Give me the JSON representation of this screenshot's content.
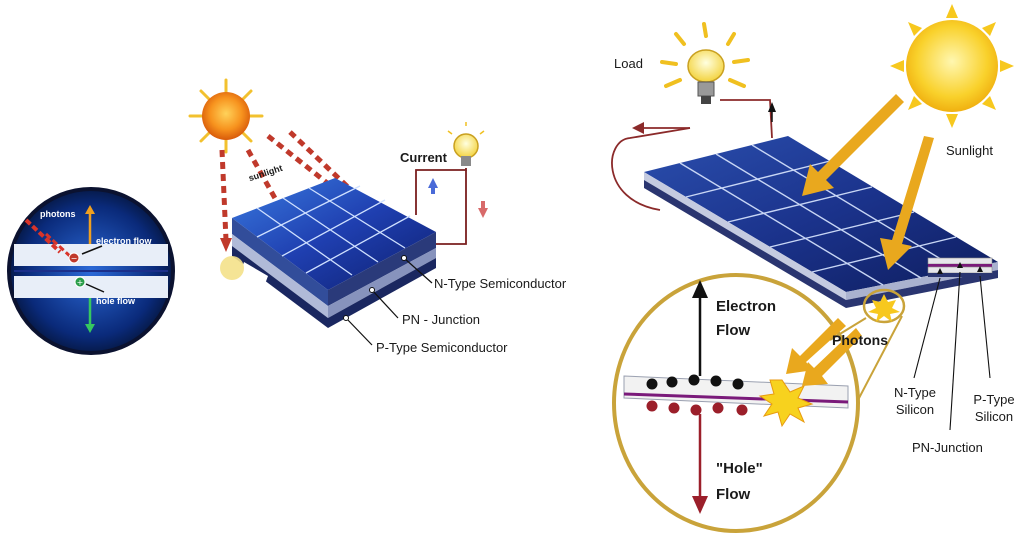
{
  "left": {
    "inset": {
      "photons": "photons",
      "electron_flow": "electron flow",
      "hole_flow": "hole flow"
    },
    "sunlight": "sunlight",
    "current": "Current",
    "n_type": "N-Type Semiconductor",
    "pn_junction": "PN - Junction",
    "p_type": "P-Type Semiconductor"
  },
  "right": {
    "load": "Load",
    "sunlight": "Sunlight",
    "electron_flow_1": "Electron",
    "electron_flow_2": "Flow",
    "photons": "Photons",
    "hole_flow_1": "\"Hole\"",
    "hole_flow_2": "Flow",
    "n_type_1": "N-Type",
    "n_type_2": "Silicon",
    "p_type_1": "P-Type",
    "p_type_2": "Silicon",
    "pn_junction": "PN-Junction"
  },
  "colors": {
    "panel_blue": "#1d3fa8",
    "sun_orange": "#f07a10",
    "sun_yellow": "#f7c81e",
    "arrow_red": "#c0392b",
    "gold_ring": "#c9a33a",
    "wire": "#8b2a2a"
  }
}
